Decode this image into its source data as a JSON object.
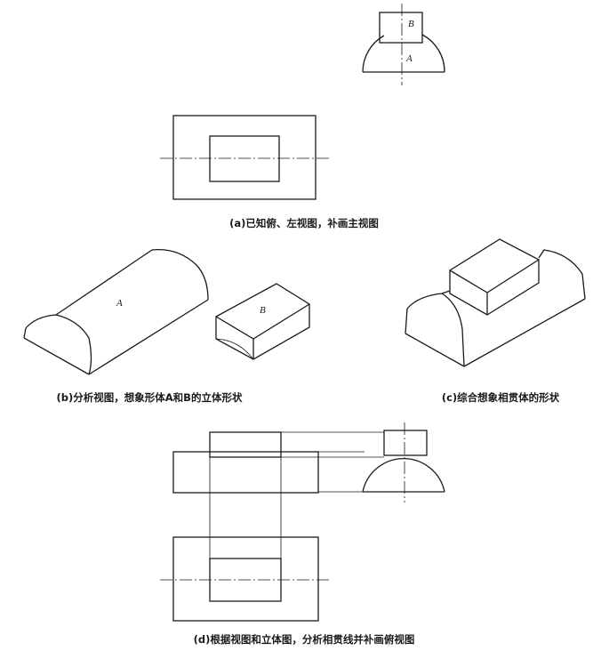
{
  "figure": {
    "caption_a": "(a)已知俯、左视图，补画主视图",
    "caption_b": "(b)分析视图，想象形体A和B的立体形状",
    "caption_c": "(c)综合想象相贯体的形状",
    "caption_d": "(d)根据视图和立体图，分析相贯线并补画俯视图",
    "label_a": "A",
    "label_b": "B"
  }
}
